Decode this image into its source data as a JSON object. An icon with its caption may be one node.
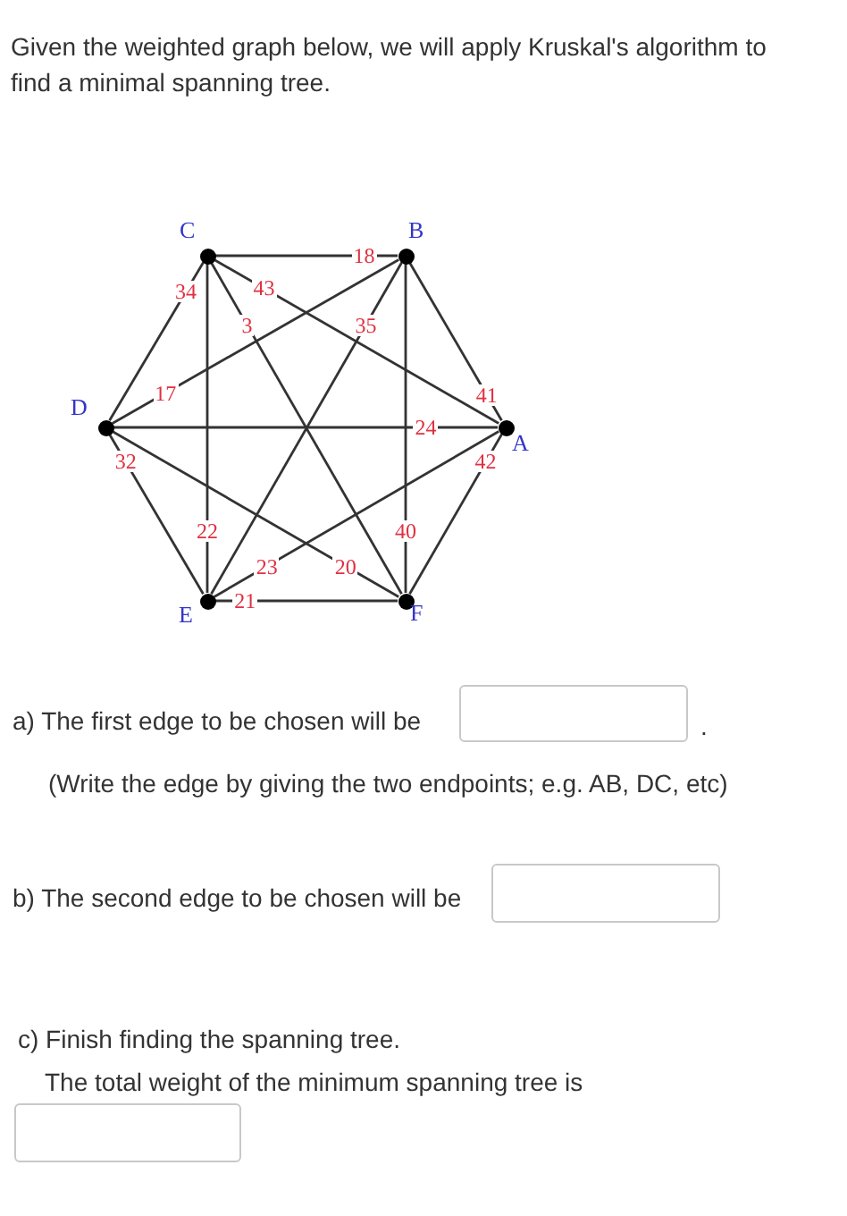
{
  "diagram": {
    "title": "Given the weighted graph below, we will apply Kruskal's algorithm to find a minimal spanning tree.",
    "nodes": [
      {
        "text": [
          "C"
        ]
      },
      {
        "text": [
          "B"
        ]
      },
      {
        "text": [
          "D"
        ]
      },
      {
        "text": [
          "A"
        ]
      },
      {
        "text": [
          "E"
        ]
      },
      {
        "text": [
          "F"
        ]
      }
    ],
    "edges": [
      {
        "from": 0,
        "to": 1,
        "arrow": "none",
        "label": "18"
      },
      {
        "from": 0,
        "to": 2,
        "arrow": "none",
        "label": "34"
      },
      {
        "from": 0,
        "to": 3,
        "arrow": "none",
        "label": "43"
      },
      {
        "from": 0,
        "to": 5,
        "arrow": "none",
        "label": "3"
      },
      {
        "from": 0,
        "to": 4,
        "arrow": "none",
        "label": "22"
      },
      {
        "from": 1,
        "to": 2,
        "arrow": "none",
        "label": "17"
      },
      {
        "from": 1,
        "to": 4,
        "arrow": "none",
        "label": "35"
      },
      {
        "from": 1,
        "to": 5,
        "arrow": "none",
        "label": "40"
      },
      {
        "from": 1,
        "to": 3,
        "arrow": "none",
        "label": "41"
      },
      {
        "from": 2,
        "to": 3,
        "arrow": "none",
        "label": "24"
      },
      {
        "from": 2,
        "to": 4,
        "arrow": "none",
        "label": "32"
      },
      {
        "from": 2,
        "to": 5,
        "arrow": "none",
        "label": "20"
      },
      {
        "from": 3,
        "to": 4,
        "arrow": "none",
        "label": "23"
      },
      {
        "from": 3,
        "to": 5,
        "arrow": "none",
        "label": "42"
      },
      {
        "from": 4,
        "to": 5,
        "arrow": "none",
        "label": "21"
      }
    ],
    "labels": [
      "a) The first edge to be chosen will be",
      ".",
      "(Write the edge by giving the two endpoints; e.g. AB, DC, etc)",
      "b) The second edge to be chosen will be",
      "c) Finish finding the spanning tree.",
      "The total weight of the minimum spanning tree is"
    ]
  }
}
